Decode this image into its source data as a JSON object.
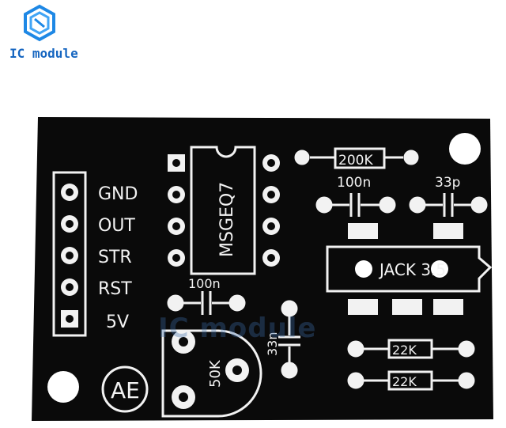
{
  "brand": {
    "name": "IC module",
    "color": "#1565c0",
    "icon": "hexagon-logo-icon"
  },
  "board": {
    "color": "#0a0a0a",
    "silk_color": "#f2f2f2",
    "chip_label": "MSGEQ7",
    "pin_labels": [
      "GND",
      "OUT",
      "STR",
      "RST",
      "5V"
    ],
    "resistor_top": "200K",
    "cap_top_left": "100n",
    "cap_top_right": "33p",
    "cap_mid": "100n",
    "cap_vertical": "33n",
    "jack_label": "JACK 3.5",
    "pot_label": "50K",
    "resistor_bottom_1": "22K",
    "resistor_bottom_2": "22K",
    "ae_logo": "AE",
    "watermark": "IC module"
  }
}
